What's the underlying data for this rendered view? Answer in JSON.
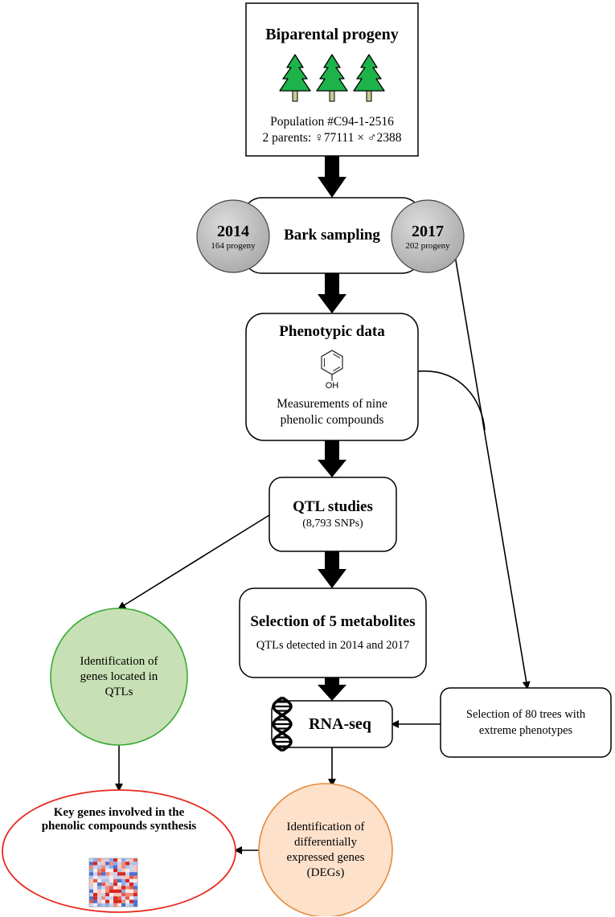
{
  "nodes": {
    "progeny": {
      "title": "Biparental progeny",
      "line1": "Population #C94-1-2516",
      "line2": "2 parents: ♀77111 × ♂2388",
      "icon": "tree-icon"
    },
    "bark": {
      "title": "Bark sampling",
      "year_left": "2014",
      "count_left": "164 progeny",
      "year_right": "2017",
      "count_right": "202 progeny"
    },
    "phenotypic": {
      "title": "Phenotypic data",
      "line1": "Measurements of nine",
      "line2": "phenolic compounds",
      "icon": "phenol-molecule-icon",
      "icon_label": "OH"
    },
    "qtl": {
      "title": "QTL studies",
      "subtitle": "(8,793 SNPs)"
    },
    "selection": {
      "title": "Selection of 5 metabolites",
      "subtitle": "QTLs detected in 2014 and 2017"
    },
    "identification_qtl": {
      "line1": "Identification of",
      "line2": "genes located in",
      "line3": "QTLs"
    },
    "rnaseq": {
      "title": "RNA-seq",
      "icon": "dna-icon"
    },
    "trees80": {
      "line1": "Selection of 80 trees with",
      "line2": "extreme phenotypes"
    },
    "key_genes": {
      "line1": "Key genes involved in the",
      "line2": "phenolic compounds synthesis",
      "icon": "heatmap-icon"
    },
    "degs": {
      "line1": "Identification of",
      "line2": "differentially",
      "line3": "expressed genes",
      "line4": "(DEGs)"
    }
  },
  "colors": {
    "tree_fill": "#1db34a",
    "tree_trunk": "#c8c890",
    "year_circle": "#c0c0c0",
    "green_circle_fill": "#c8e0b5",
    "green_circle_stroke": "#3aaa35",
    "orange_circle_fill": "#fde1cb",
    "orange_circle_stroke": "#e58a3c",
    "red_ellipse_stroke": "#e8281e"
  }
}
